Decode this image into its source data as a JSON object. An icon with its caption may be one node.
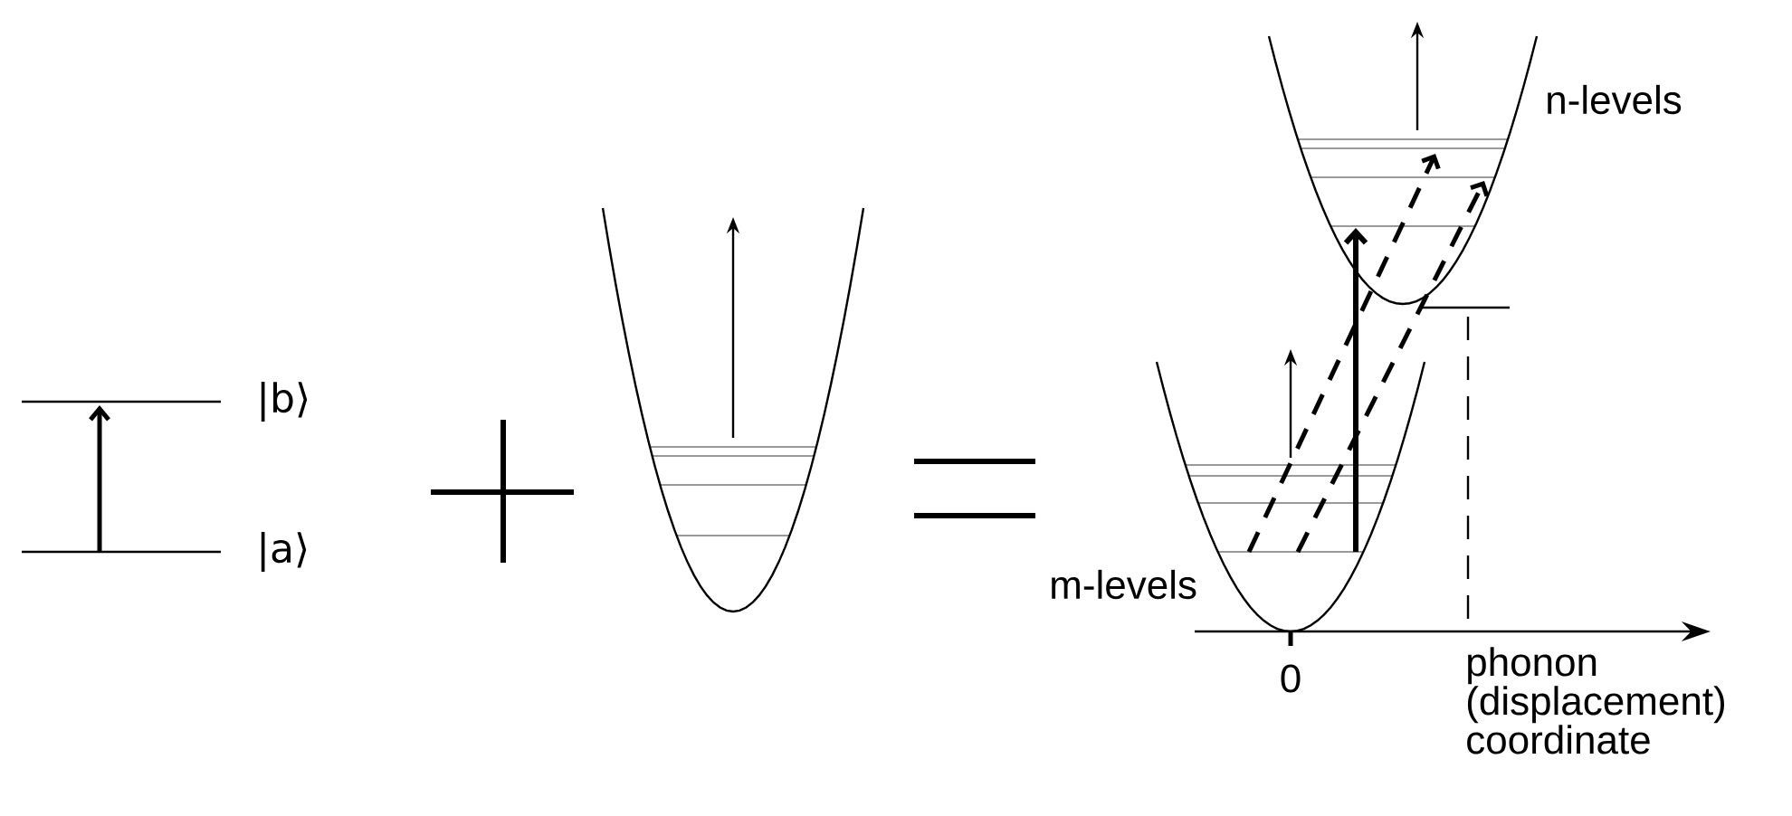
{
  "diagram": {
    "labels": [
      "n-levels",
      "|b⟩",
      "|a⟩",
      "m-levels",
      "0",
      "phonon (displacement) coordinate"
    ]
  }
}
